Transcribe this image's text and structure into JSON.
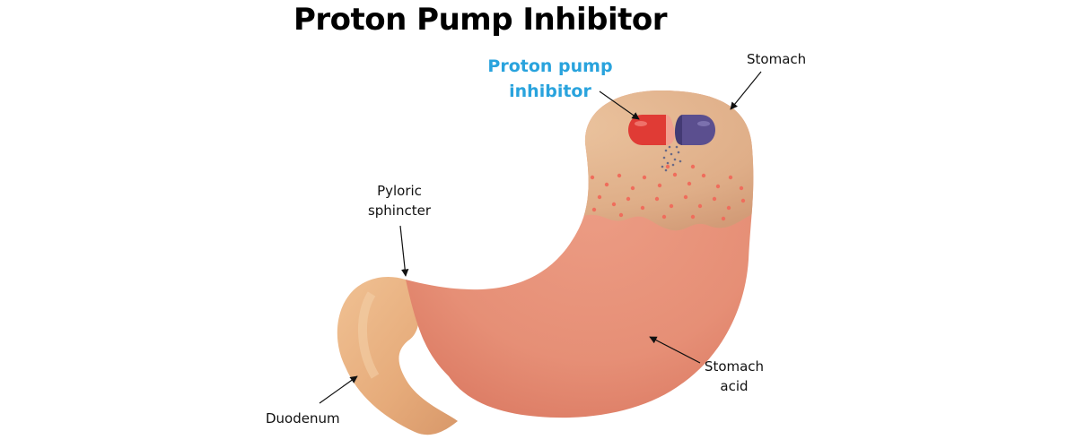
{
  "title": "Proton Pump Inhibitor",
  "labels": {
    "proton_pump_inhibitor": {
      "line1": "Proton pump",
      "line2": "inhibitor"
    },
    "stomach": "Stomach",
    "pyloric_sphincter": {
      "line1": "Pyloric",
      "line2": "sphincter"
    },
    "duodenum": "Duodenum",
    "stomach_acid": {
      "line1": "Stomach",
      "line2": "acid"
    }
  },
  "colors": {
    "title": "#000000",
    "highlight_label": "#29a3dd",
    "stomach_upper": "#e2b58d",
    "stomach_acid": "#e79178",
    "duodenum": "#e8b07f",
    "pill_red": "#e03b35",
    "pill_purple": "#5b4f8f",
    "acid_dots": "#ef6d5c"
  }
}
